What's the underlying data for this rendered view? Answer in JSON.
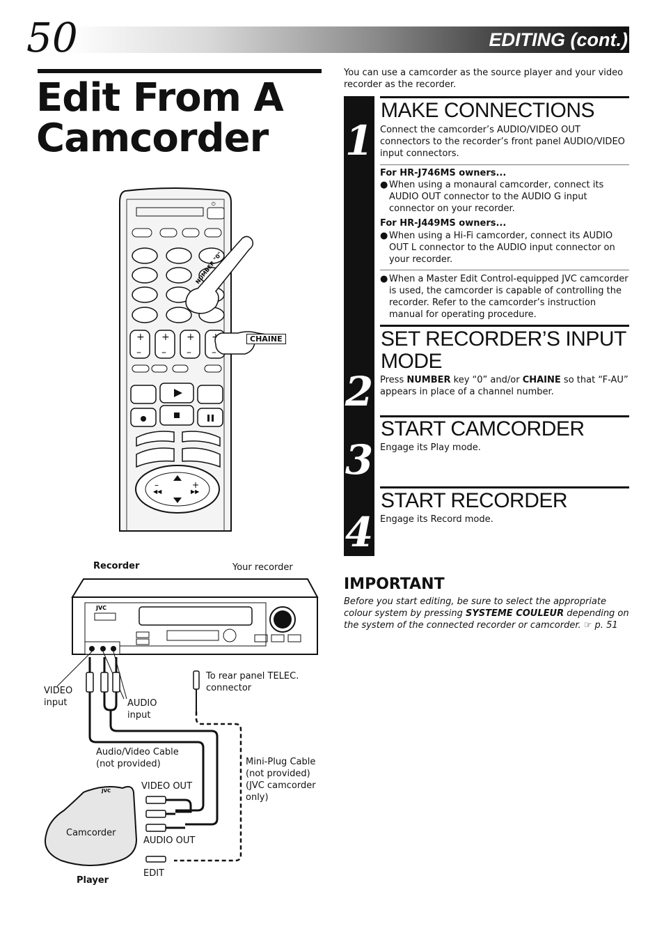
{
  "header": {
    "page_number": "50",
    "section": "EDITING (cont.)"
  },
  "title": "Edit From A Camcorder",
  "intro": "You can use a camcorder as the source player and your video recorder as the recorder.",
  "steps": [
    {
      "number": "1",
      "title": "MAKE CONNECTIONS",
      "text": "Connect the camcorder’s AUDIO/VIDEO OUT connectors to the recorder’s front panel AUDIO/VIDEO input connectors.",
      "sub1_heading": "For HR-J746MS owners...",
      "sub1_bullet": "When using a monaural camcorder, connect its AUDIO OUT connector to the AUDIO G input connector on your recorder.",
      "sub2_heading": "For HR-J449MS owners...",
      "sub2_bullet": "When using a Hi-Fi camcorder, connect its AUDIO OUT L connector to the AUDIO input connector on your recorder.",
      "note_bullet": "When a Master Edit Control-equipped JVC camcorder is used, the camcorder is capable of controlling the recorder. Refer to the camcorder’s instruction manual for operating procedure."
    },
    {
      "number": "2",
      "title": "SET RECORDER’S INPUT MODE",
      "text_a": "Press ",
      "text_b": "NUMBER",
      "text_c": " key “0” and/or ",
      "text_d": "CHAINE",
      "text_e": " so that “F-AU” appears in place of a channel number."
    },
    {
      "number": "3",
      "title": "START CAMCORDER",
      "text": "Engage its Play mode."
    },
    {
      "number": "4",
      "title": "START RECORDER",
      "text": "Engage its Record mode."
    }
  ],
  "important": {
    "heading": "IMPORTANT",
    "text_a": "Before you start editing, be sure to select the appropriate colour system by pressing ",
    "text_b": "SYSTEME COULEUR",
    "text_c": " depending on the system of the connected recorder or camcorder. ☞ p. 51"
  },
  "remote": {
    "callout_number": "NUMBER \"0\"",
    "callout_chaine": "CHAINE"
  },
  "diagram": {
    "recorder_label": "Recorder",
    "your_recorder": "Your recorder",
    "brand": "JVC",
    "video_input_1": "VIDEO",
    "video_input_2": "input",
    "audio_input_1": "AUDIO",
    "audio_input_2": "input",
    "telec_1": "To rear panel TELEC.",
    "telec_2": "connector",
    "av_cable_1": "Audio/Video Cable",
    "av_cable_2": "(not provided)",
    "mini_1": "Mini-Plug Cable",
    "mini_2": "(not provided)",
    "mini_3": "(JVC camcorder",
    "mini_4": "only)",
    "video_out": "VIDEO OUT",
    "audio_out": "AUDIO OUT",
    "edit": "EDIT",
    "camcorder": "Camcorder",
    "player": "Player"
  },
  "colors": {
    "ink": "#111111",
    "paper": "#ffffff",
    "panel": "#e6e6e6"
  }
}
